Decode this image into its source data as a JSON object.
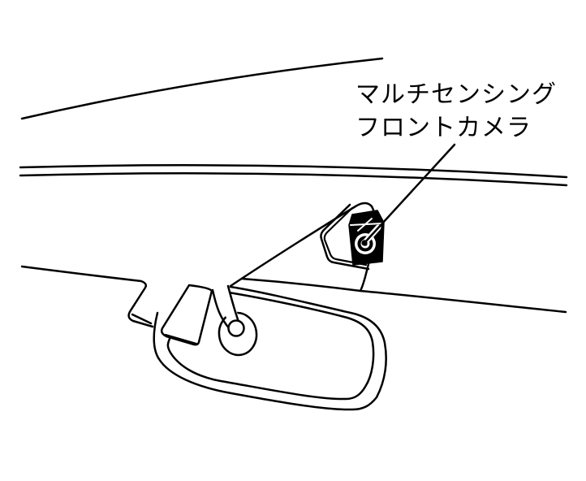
{
  "figure": {
    "type": "technical-illustration",
    "subject": "windshield-front-camera-and-rearview-mirror",
    "background_color": "#ffffff",
    "line_color": "#000000",
    "callout": {
      "line1": "マルチセンシング",
      "line2": "フロントカメラ"
    }
  }
}
